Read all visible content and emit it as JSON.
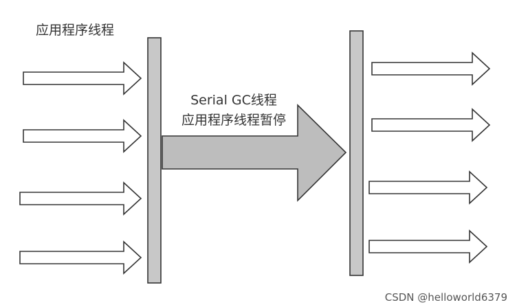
{
  "left_group_label": "应用程序线程",
  "center_label": {
    "line1": "Serial GC线程",
    "line2": "应用程序线程暂停"
  },
  "watermark": "CSDN @helloworld6379",
  "colors": {
    "bar_fill": "#c8c8c8",
    "big_arrow_fill": "#bdbdbd",
    "outline": "#333333",
    "arrow_fill": "#ffffff"
  }
}
